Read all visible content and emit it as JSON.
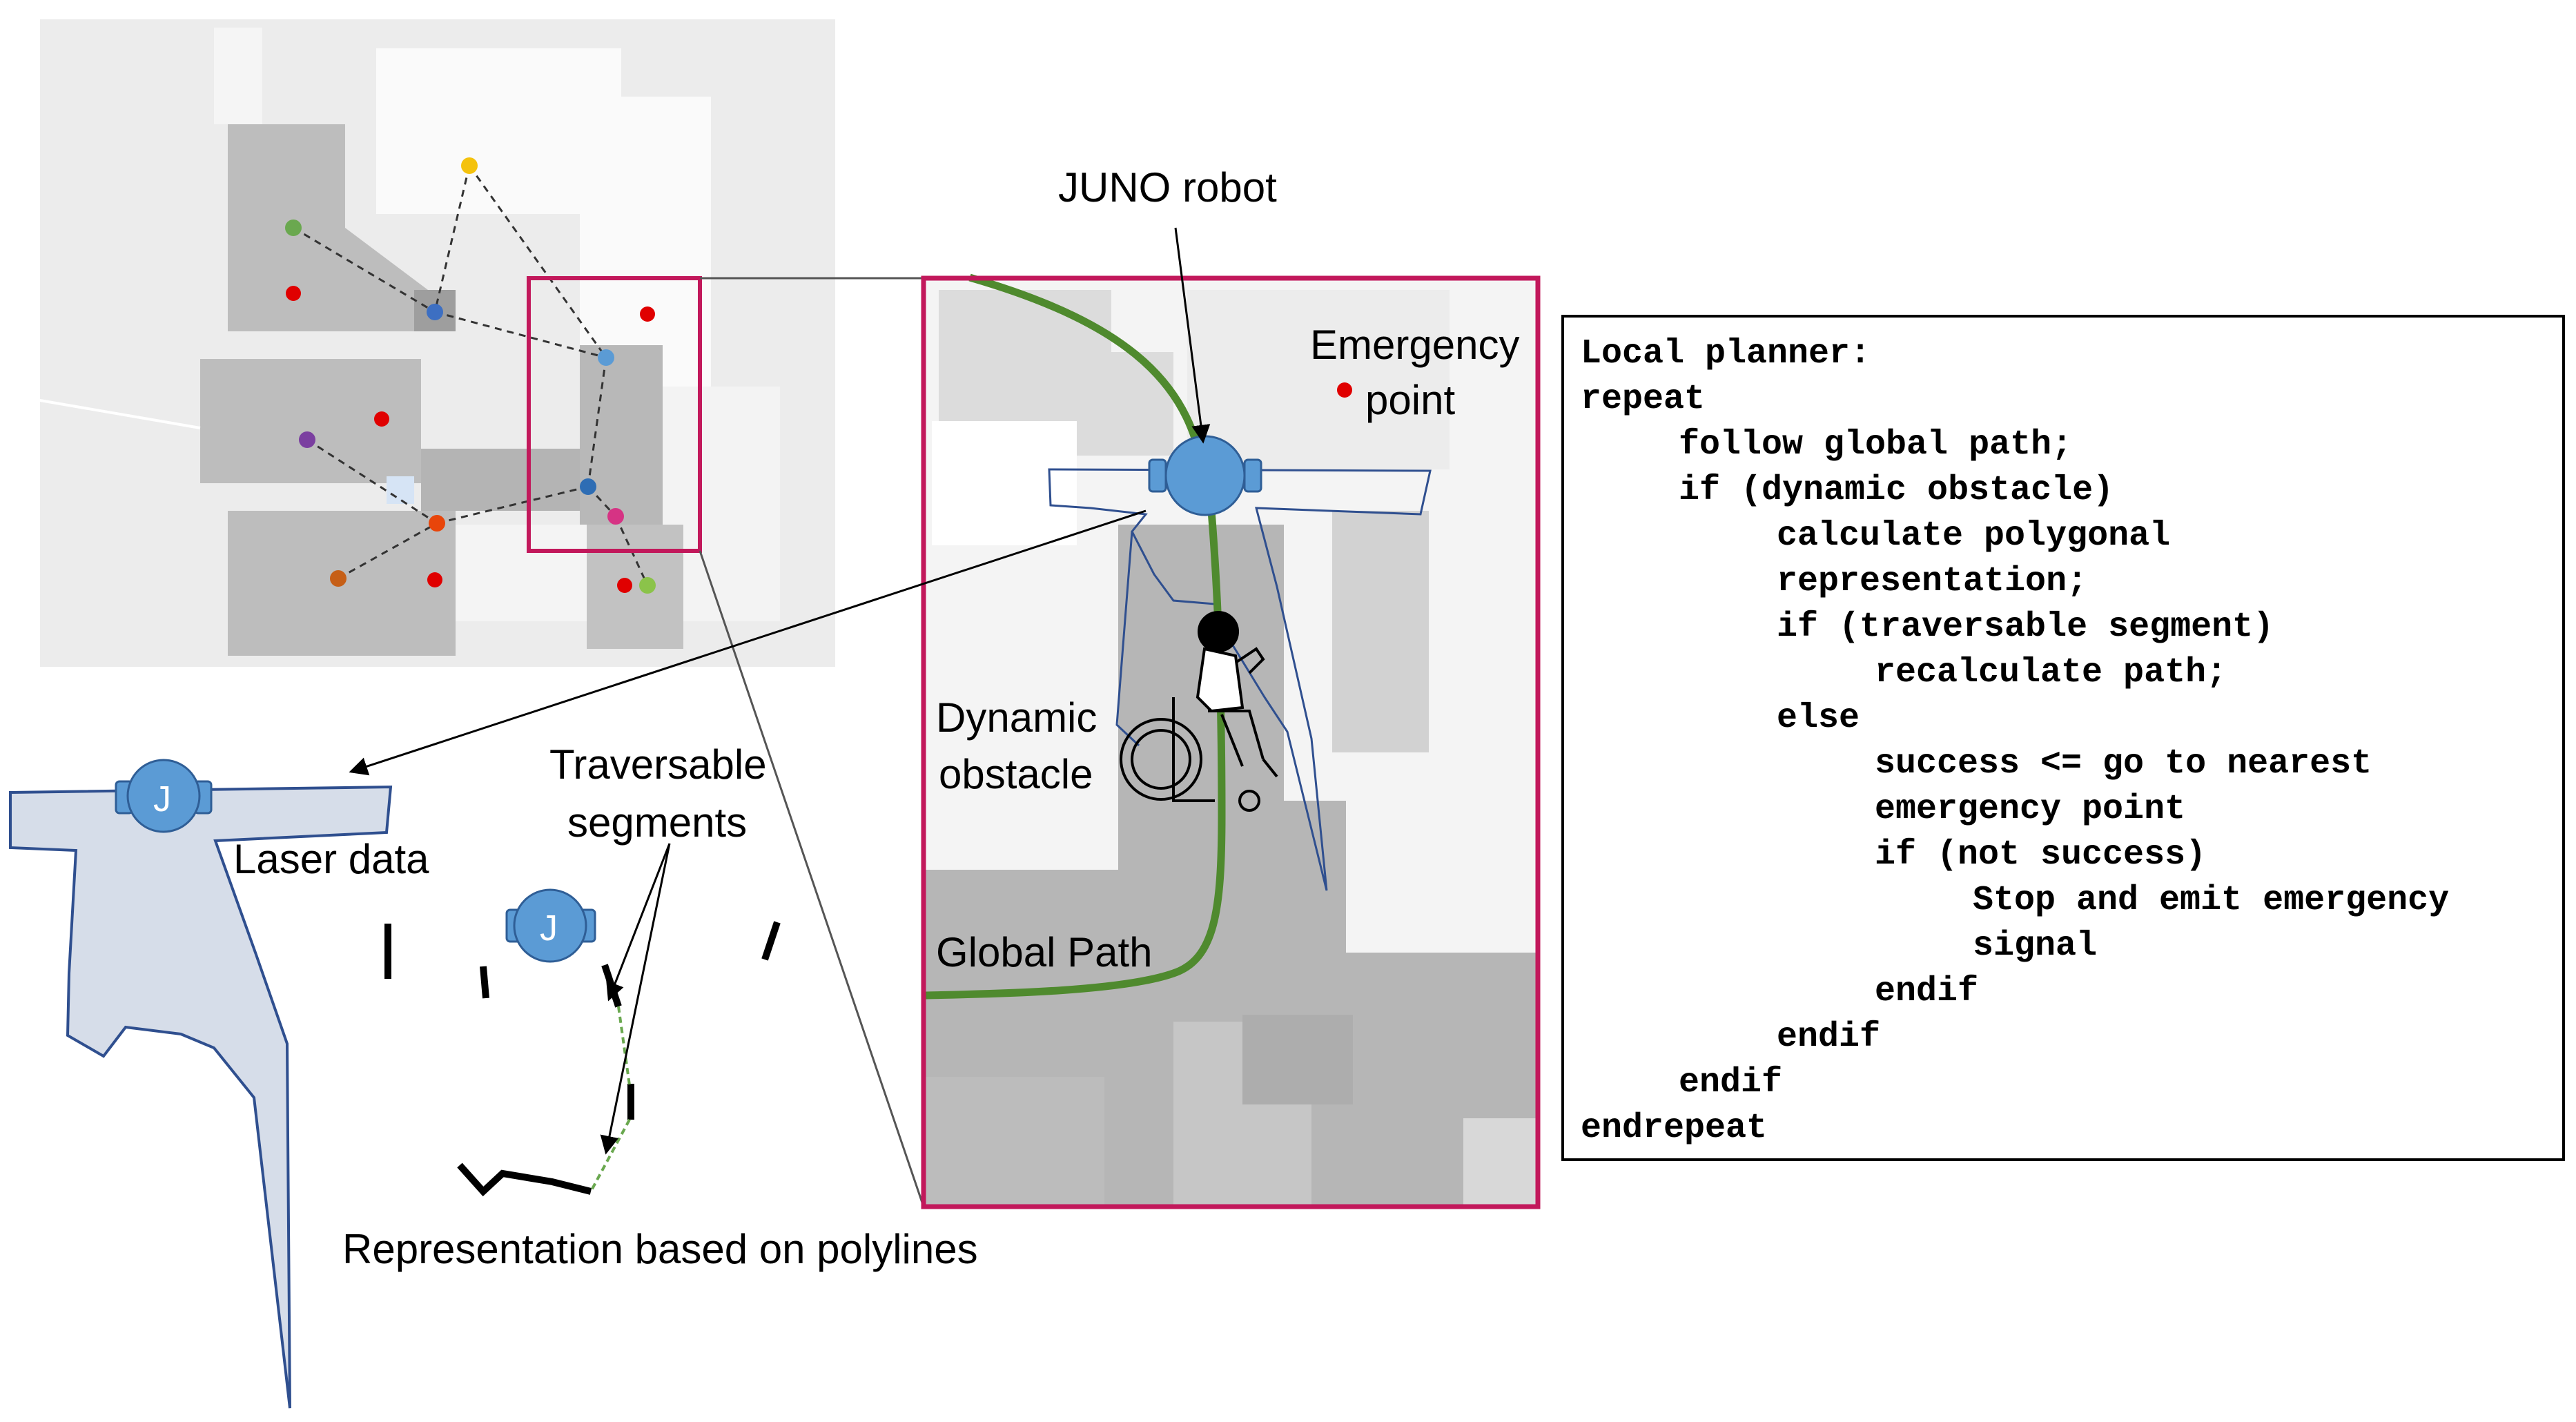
{
  "labels": {
    "juno_robot": "JUNO robot",
    "emergency_line1": "Emergency",
    "emergency_line2": "point",
    "dynamic_line1": "Dynamic",
    "dynamic_line2": "obstacle",
    "global_path": "Global Path",
    "laser_data": "Laser data",
    "traversable_line1": "Traversable",
    "traversable_line2": "segments",
    "representation": "Representation based on polylines",
    "robot_letter": "J"
  },
  "code": {
    "lines": [
      {
        "indent": 0,
        "text": "Local planner:"
      },
      {
        "indent": 0,
        "text": "repeat"
      },
      {
        "indent": 1,
        "text": "follow global path;"
      },
      {
        "indent": 1,
        "text": "if (dynamic obstacle)"
      },
      {
        "indent": 2,
        "text": "calculate polygonal"
      },
      {
        "indent": 2,
        "text": "representation;"
      },
      {
        "indent": 2,
        "text": "if (traversable segment)"
      },
      {
        "indent": 3,
        "text": "recalculate path;"
      },
      {
        "indent": 2,
        "text": "else"
      },
      {
        "indent": 3,
        "text": "success <= go to nearest"
      },
      {
        "indent": 3,
        "text": "emergency point"
      },
      {
        "indent": 3,
        "text": "if (not success)"
      },
      {
        "indent": 4,
        "text": "Stop and emit emergency"
      },
      {
        "indent": 4,
        "text": "signal"
      },
      {
        "indent": 3,
        "text": "endif"
      },
      {
        "indent": 2,
        "text": "endif"
      },
      {
        "indent": 1,
        "text": "endif"
      },
      {
        "indent": 0,
        "text": "endrepeat"
      }
    ]
  },
  "colors": {
    "zoom_frame": "#c2185b",
    "global_path": "#4f8a2e",
    "robot": "#5b9bd5",
    "laser_polygon": "#d6dde9",
    "laser_outline": "#2f4f8f",
    "emergency_point": "#e00000",
    "map_floor": "#bdbdbd",
    "map_background": "#ededed"
  }
}
